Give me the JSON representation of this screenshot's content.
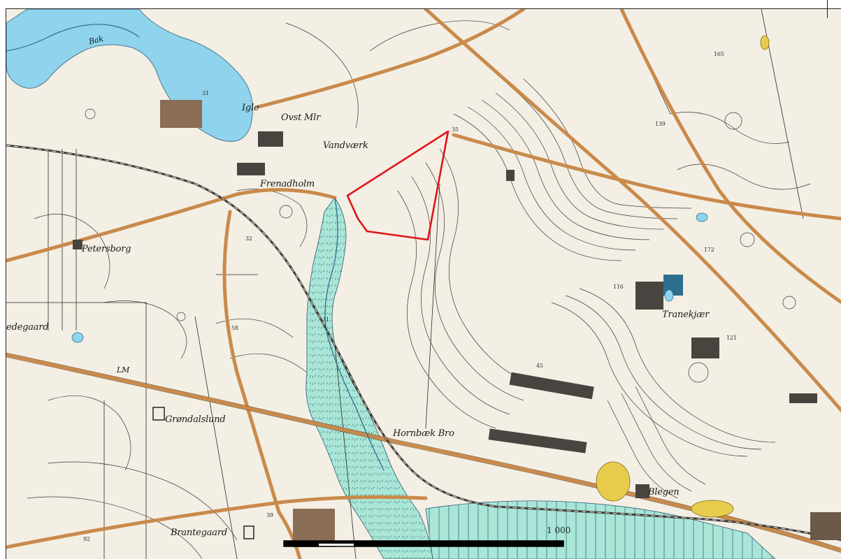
{
  "map": {
    "place_names": {
      "igle": "Igle",
      "ovst_mlr": "Ovst Mlr",
      "vandvaerk": "Vandværk",
      "frenadholm": "Frenadholm",
      "petersborg": "Petersborg",
      "hedegaard": "edegaard",
      "grondalslund": "Grøndalslund",
      "hornbaek_bro": "Hornbæk Bro",
      "bransegaard": "Brantegaard",
      "blegen": "Blegen",
      "tranekjaer": "Tranekjær",
      "bak": "Bak",
      "lm": "LM"
    },
    "elevation_labels": {
      "e31a": "31",
      "e35": "35",
      "e32": "32",
      "e58": "58",
      "e31b": "31",
      "e45": "45",
      "e172": "172",
      "e116": "116",
      "e39": "39",
      "e92": "92",
      "e139": "139",
      "e165": "165",
      "e121": "121"
    },
    "scale_bar": {
      "label": "1 000"
    },
    "colors": {
      "paper": "#f3efe4",
      "water": "#8fd3ec",
      "wetland": "#a9e6d8",
      "road": "#c98a4b",
      "contour": "#3a3835",
      "building": "#4a4440",
      "boundary": "#e0141b",
      "sand": "#e8cc4d"
    }
  }
}
